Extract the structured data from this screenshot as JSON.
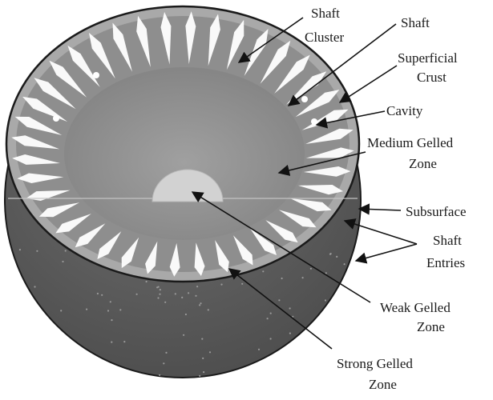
{
  "labels": {
    "shaft_cluster": [
      "Shaft",
      "Cluster"
    ],
    "shaft": [
      "Shaft"
    ],
    "superficial_crust": [
      "Superficial",
      "Crust"
    ],
    "cavity": [
      "Cavity"
    ],
    "medium_gelled_zone": [
      "Medium Gelled",
      "Zone"
    ],
    "subsurface": [
      "Subsurface"
    ],
    "shaft_entries": [
      "Shaft",
      "Entries"
    ],
    "weak_gelled_zone": [
      "Weak Gelled",
      "Zone"
    ],
    "strong_gelled_zone": [
      "Strong Gelled",
      "Zone"
    ]
  },
  "colors": {
    "sphere_shell": "#5e5e5e",
    "cut_face": "#a9a9a9",
    "crust_ring": "#7d7d7d",
    "inner_zone": "#8d8d8d",
    "weak_core": "#cfcfcf",
    "shaft": "#ffffff",
    "outline": "#1a1a1a"
  }
}
